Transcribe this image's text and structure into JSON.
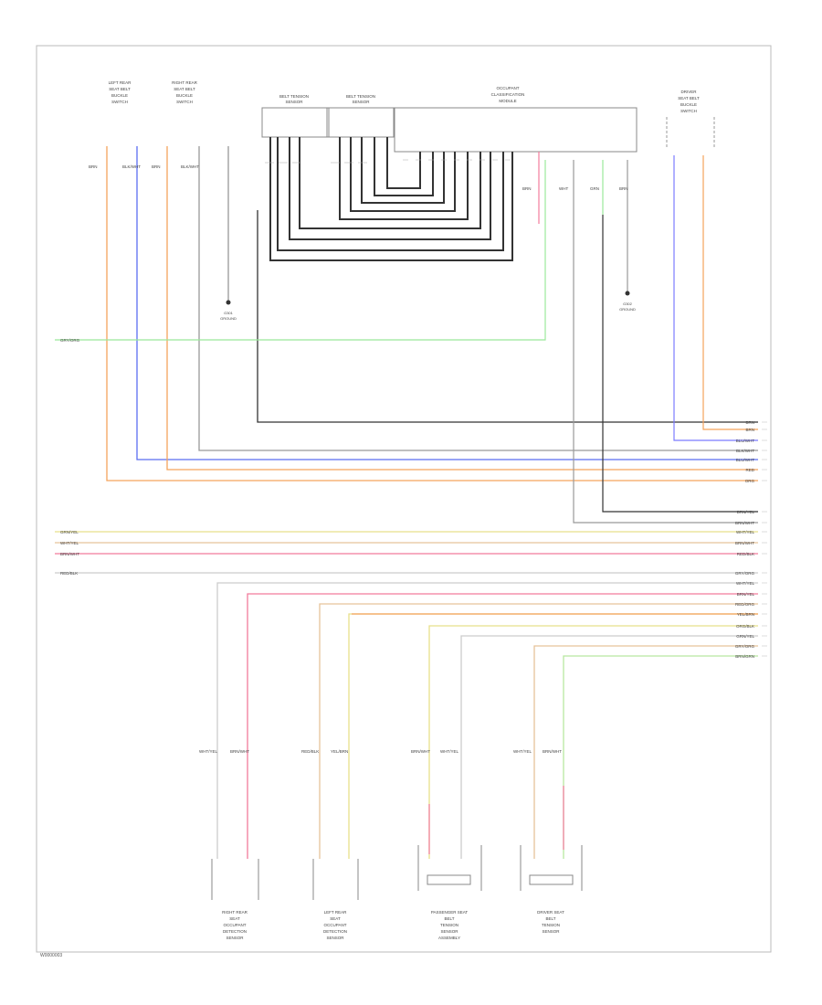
{
  "footer_code": "W0000003",
  "colors": {
    "orange": "#f5a35c",
    "blue": "#5b6ef0",
    "violet": "#7b7bff",
    "green": "#9be89b",
    "yellow": "#e8e08a",
    "tan": "#e6c39a",
    "pink": "#f27b9c",
    "light_green": "#b8e8a0",
    "black": "#333333",
    "gray": "#999999"
  },
  "top_components": [
    {
      "label": [
        "LEFT REAR",
        "SEAT BELT",
        "BUCKLE",
        "SWITCH"
      ]
    },
    {
      "label": [
        "RIGHT REAR",
        "SEAT BELT",
        "BUCKLE",
        "SWITCH"
      ]
    },
    {
      "label": [
        "BELT TENSION",
        "SENSOR"
      ]
    },
    {
      "label": [
        "BELT TENSION",
        "SENSOR"
      ]
    },
    {
      "label": [
        "OCCUPANT",
        "CLASSIFICATION",
        "MODULE"
      ]
    },
    {
      "label": [
        "DRIVER",
        "SEAT BELT",
        "BUCKLE",
        "SWITCH"
      ]
    }
  ],
  "ground_labels": [
    [
      "G301",
      "GROUND"
    ],
    [
      "G302",
      "GROUND"
    ]
  ],
  "left_bus_labels": [
    "GRN/YEL",
    "WHT/YEL",
    "BRN/WHT",
    "RED/BLK",
    "GRY/ORG"
  ],
  "right_bus_labels": [
    "BRN",
    "BRN",
    "BLU/WHT",
    "BLK/WHT",
    "BLU/WHT",
    "RED",
    "ORG",
    "BRN/YEL",
    "BRN/WHT",
    "WHT/YEL",
    "BRN/WHT",
    "RED/BLK",
    "GRY/ORG",
    "WHT/YEL",
    "BRN/YEL",
    "RED/ORG",
    "YEL/BRN",
    "ORG/BLK",
    "GRN/YEL",
    "GRY/ORG",
    "BRN/GRN"
  ],
  "wire_labels_top": [
    "BRN",
    "BLK/WHT",
    "BRN",
    "BLK/WHT",
    "BRN",
    "WHT",
    "GRN",
    "BRN"
  ],
  "bottom_components": [
    {
      "label": [
        "RIGHT REAR",
        "SEAT",
        "OCCUPANT",
        "DETECTION",
        "SENSOR"
      ]
    },
    {
      "label": [
        "LEFT REAR",
        "SEAT",
        "OCCUPANT",
        "DETECTION",
        "SENSOR"
      ]
    },
    {
      "label": [
        "PASSENGER SEAT",
        "BELT",
        "TENSION",
        "SENSOR",
        "ASSEMBLY"
      ]
    },
    {
      "label": [
        "DRIVER SEAT",
        "BELT",
        "TENSION",
        "SENSOR"
      ]
    }
  ],
  "bottom_wire_labels": [
    [
      "WHT/YEL",
      "BRN/WHT"
    ],
    [
      "RED/BLK",
      "YEL/BRN"
    ],
    [
      "BRN/WHT",
      "WHT/YEL"
    ],
    [
      "WHT/YEL",
      "BRN/WHT"
    ]
  ]
}
